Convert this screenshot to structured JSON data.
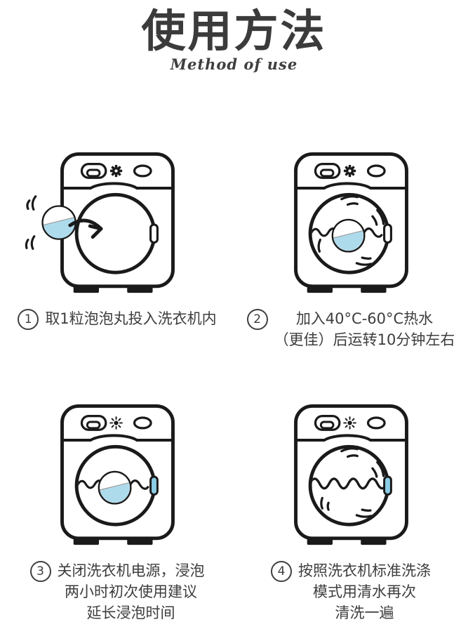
{
  "header": {
    "title": "使用方法",
    "subtitle": "Method of use"
  },
  "colors": {
    "line": "#1a1a1a",
    "text": "#3d3d3d",
    "ball_blue": "#aedbec",
    "handle_blue": "#8bcde6"
  },
  "steps": [
    {
      "number": "1",
      "lines": [
        "取1粒泡泡丸投入洗衣机内"
      ],
      "illustration": "ball-thrown-into-washing-machine"
    },
    {
      "number": "2",
      "lines": [
        "加入40°C-60°C热水",
        "（更佳）后运转10分钟左右"
      ],
      "illustration": "machine-running-with-ball-and-water"
    },
    {
      "number": "3",
      "lines": [
        "关闭洗衣机电源，浸泡",
        "两小时初次使用建议",
        "延长浸泡时间"
      ],
      "illustration": "machine-soaking-with-ball"
    },
    {
      "number": "4",
      "lines": [
        "按照洗衣机标准洗涤",
        "模式用清水再次",
        "清洗一遍"
      ],
      "illustration": "machine-rinsing-clean-water"
    }
  ]
}
